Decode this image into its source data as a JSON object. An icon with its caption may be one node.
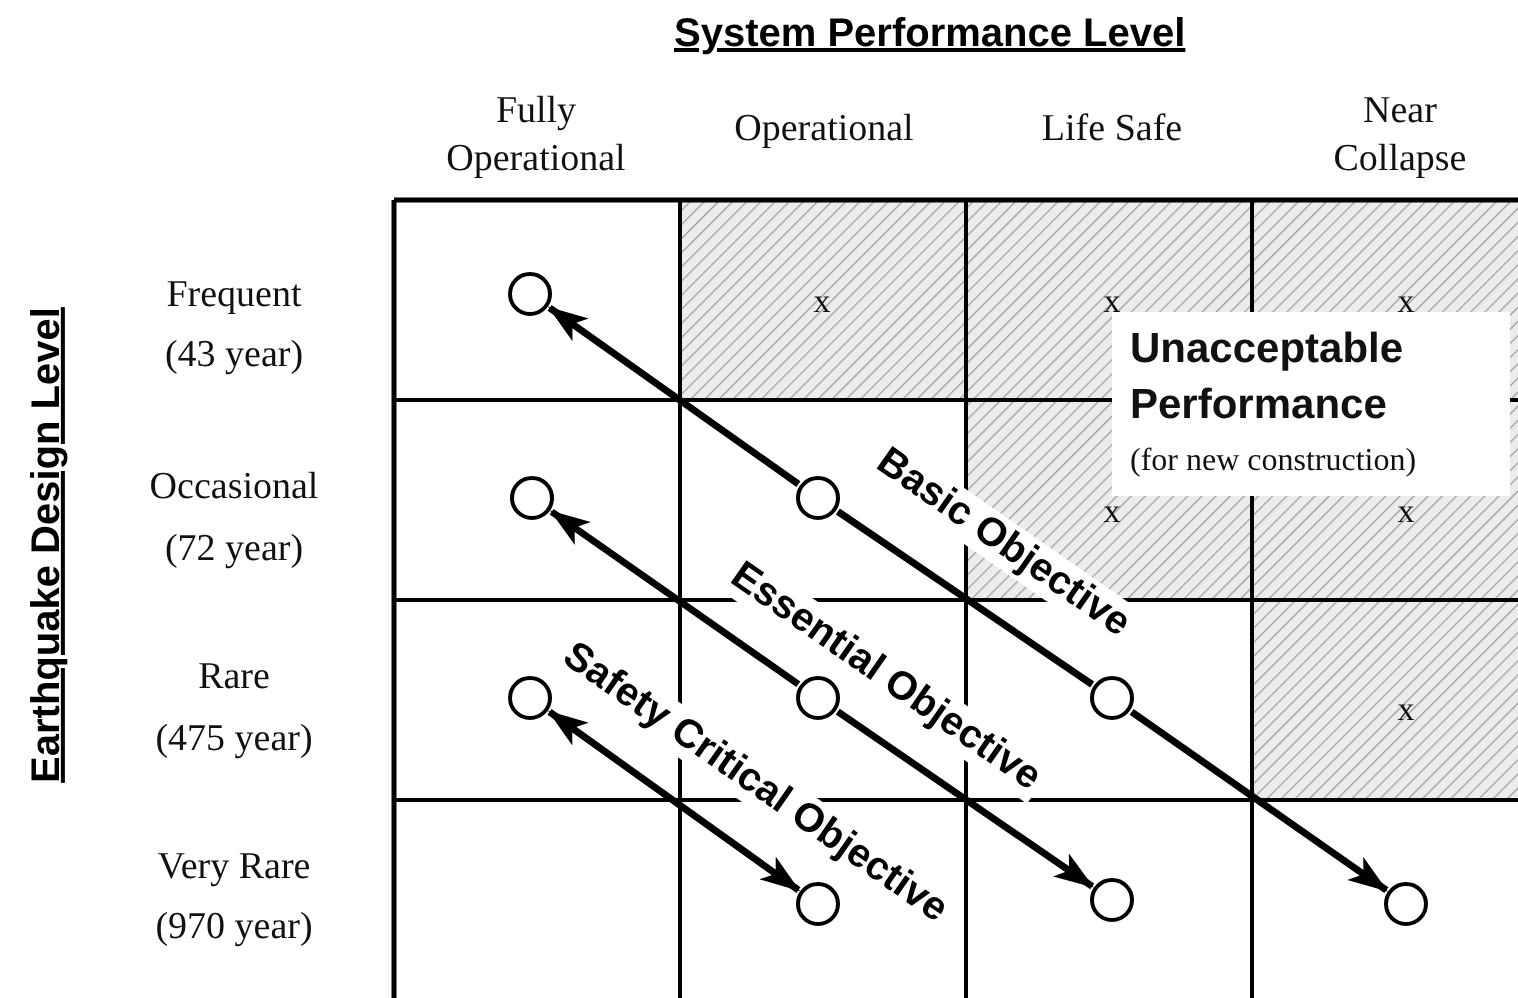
{
  "diagram": {
    "title": "System Performance Level",
    "nodes": [
      {
        "text": [],
        "shape": "circle"
      },
      {
        "text": [],
        "shape": "circle"
      },
      {
        "text": [],
        "shape": "circle"
      },
      {
        "text": [],
        "shape": "circle"
      },
      {
        "text": [],
        "shape": "circle"
      },
      {
        "text": [],
        "shape": "circle"
      },
      {
        "text": [],
        "shape": "circle"
      },
      {
        "text": [],
        "shape": "circle"
      },
      {
        "text": [],
        "shape": "circle"
      }
    ],
    "edges": [
      {
        "from": 2,
        "to": 0,
        "arrow": "to"
      },
      {
        "from": 2,
        "to": 5,
        "arrow": "none",
        "label": "Basic Objective"
      },
      {
        "from": 5,
        "to": 8,
        "arrow": "to"
      },
      {
        "from": 4,
        "to": 1,
        "arrow": "to"
      },
      {
        "from": 4,
        "to": 7,
        "arrow": "to",
        "label": "Essential Objective"
      },
      {
        "from": 3,
        "to": 6,
        "arrow": "both",
        "label": "Safety Critical Objective"
      }
    ],
    "labels": [
      "Fully Operational",
      "Operational",
      "Life Safe",
      "Near Collapse",
      "Earthquake Design Level",
      "Frequent",
      "(43 year)",
      "x",
      "x",
      "x",
      "Unacceptable Performance",
      "(for new construction)",
      "Occasional",
      "(72 year)",
      "x",
      "x",
      "Rare",
      "(475 year)",
      "x",
      "Very Rare",
      "(970 year)"
    ]
  }
}
